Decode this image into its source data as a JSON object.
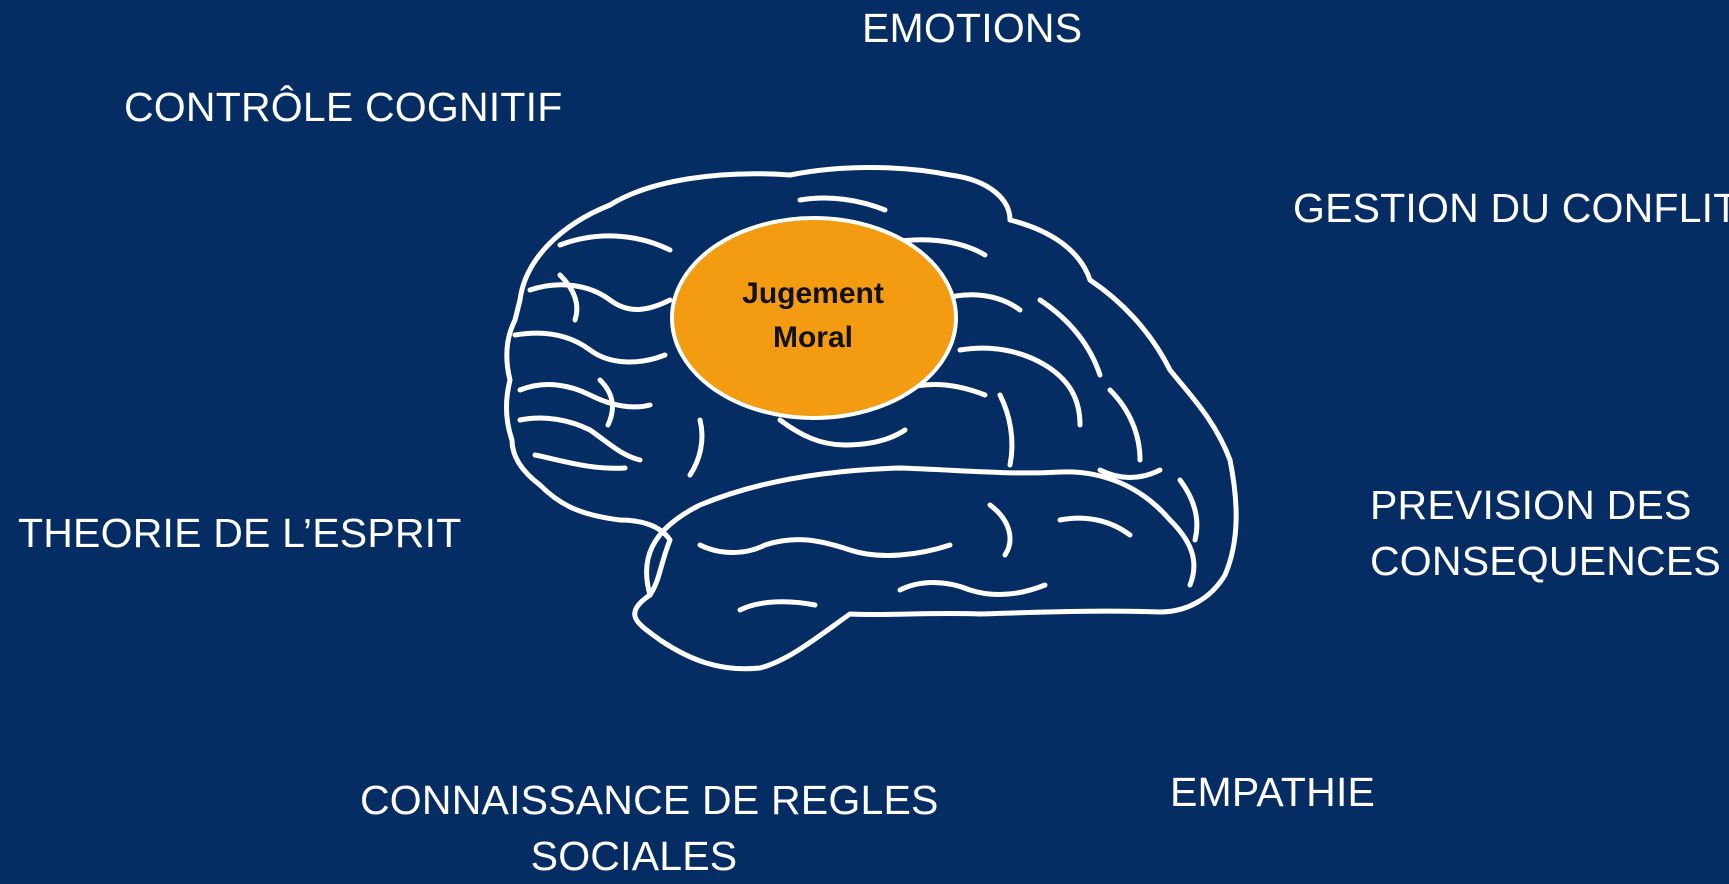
{
  "center": {
    "line1": "Jugement",
    "line2": "Moral"
  },
  "factors": {
    "emotions": "EMOTIONS",
    "controle": "CONTRÔLE COGNITIF",
    "gestion": "GESTION DU CONFLIT",
    "theorie": "THEORIE DE L’ESPRIT",
    "prevision_1": "PREVISION DES",
    "prevision_2": "CONSEQUENCES",
    "connaissance_1": "CONNAISSANCE DE REGLES",
    "connaissance_2": "SOCIALES",
    "empathie": "EMPATHIE"
  },
  "colors": {
    "background": "#062d63",
    "core": "#f39c12",
    "outline": "#ffffff"
  },
  "icons": {
    "brain": "brain-outline-icon"
  }
}
